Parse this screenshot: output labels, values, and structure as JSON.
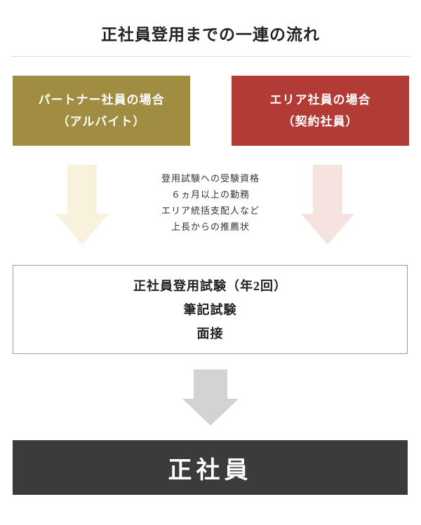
{
  "title": "正社員登用までの一連の流れ",
  "branches": {
    "partner": {
      "line1": "パートナー社員の場合",
      "line2": "（アルバイト）",
      "bg_color": "#a08d42",
      "arrow_color": "#f8f1dc"
    },
    "area": {
      "line1": "エリア社員の場合",
      "line2": "（契約社員）",
      "bg_color": "#b23c35",
      "arrow_color": "#f6e3e0"
    }
  },
  "qualification": {
    "lines": [
      "登用試験への受験資格",
      "６ヵ月以上の勤務",
      "エリア統括支配人など",
      "上長からの推薦状"
    ]
  },
  "exam_box": {
    "line1": "正社員登用試験（年2回）",
    "line2": "筆記試験",
    "line3": "面接"
  },
  "final_arrow_color": "#d3d3d3",
  "result_box": {
    "label": "正社員",
    "bg_color": "#3b3b3b"
  }
}
